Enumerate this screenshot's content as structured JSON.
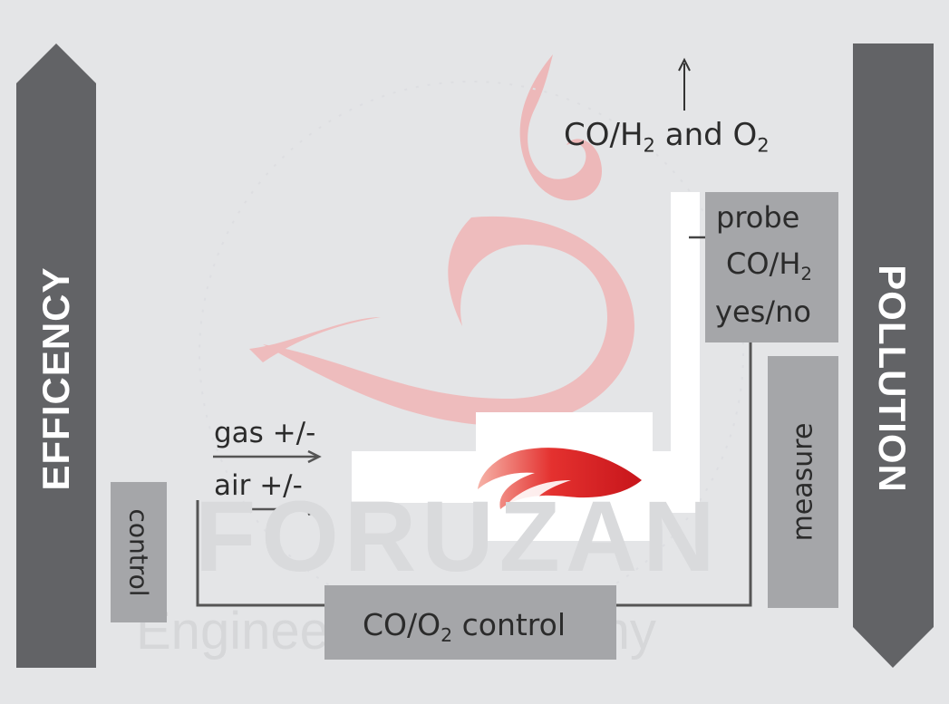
{
  "left_arrow": {
    "label": "EFFICENCY",
    "color": "#626366"
  },
  "right_arrow": {
    "label": "POLLUTION",
    "color": "#626366"
  },
  "watermark": {
    "name": "FORUZAN",
    "subtitle": "Engineering Company",
    "flame_color": "#ef9a9a"
  },
  "exhaust": {
    "co_h2": "CO/H",
    "co_h2_sub": "2",
    "and_o2": " and O",
    "and_o2_sub": "2"
  },
  "probe_box": {
    "line1": "probe",
    "line2": "CO/H",
    "line2_sub": "2",
    "line3": "yes/no"
  },
  "measure_box": {
    "label": "measure"
  },
  "control_box": {
    "label": "control"
  },
  "co_o2_box": {
    "label_a": "CO/O",
    "label_sub": "2",
    "label_b": " control"
  },
  "inputs": {
    "gas": "gas +/-",
    "air": "air +/-"
  },
  "flame_color": "#e4312f"
}
